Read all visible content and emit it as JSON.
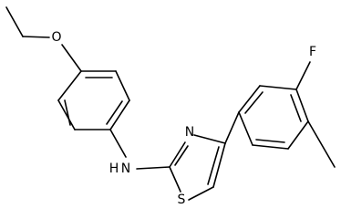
{
  "structure": {
    "atoms": {
      "oxygen": "O",
      "amine": "N",
      "amine_h": "H",
      "thiazole_n": "N",
      "thiazole_s": "S",
      "fluorine": "F"
    }
  }
}
